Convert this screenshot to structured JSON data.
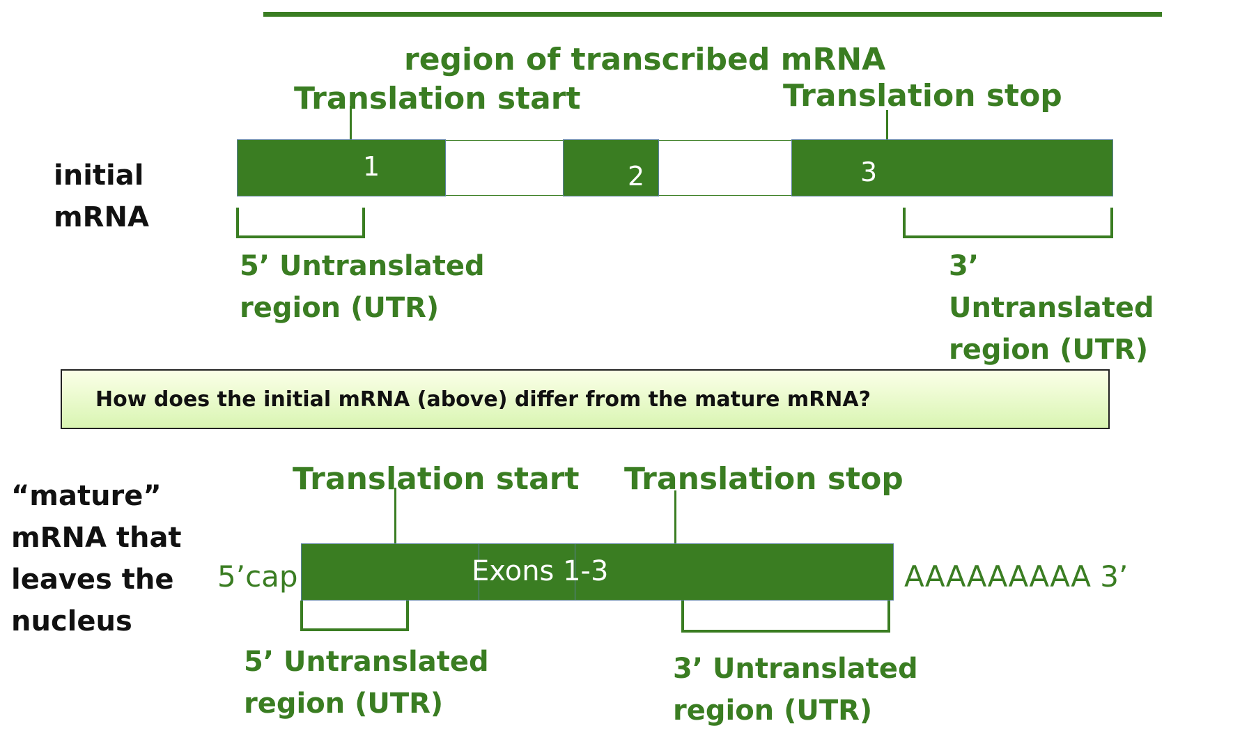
{
  "top_line": "region of transcribed mRNA",
  "initial": {
    "label_line1": "initial",
    "label_line2": "mRNA",
    "translation_start": "Translation start",
    "translation_stop": "Translation stop",
    "exons": [
      "1",
      "2",
      "3"
    ],
    "utr5_line1": "5’ Untranslated",
    "utr5_line2": "region (UTR)",
    "utr3_line1": "3’",
    "utr3_line2": "Untranslated",
    "utr3_line3": "region (UTR)"
  },
  "question": "How does the initial mRNA (above) differ from the mature mRNA?",
  "mature": {
    "label_line1": "“mature”",
    "label_line2": "mRNA that",
    "label_line3": "leaves the",
    "label_line4": "nucleus",
    "translation_start": "Translation start",
    "translation_stop": "Translation stop",
    "cap": "5’cap",
    "exons_label": "Exons 1-3",
    "poly_a": "AAAAAAAAA 3’",
    "utr5_line1": "5’ Untranslated",
    "utr5_line2": "region (UTR)",
    "utr3_line1": "3’ Untranslated",
    "utr3_line2": "region (UTR)"
  },
  "colors": {
    "green": "#3a7d22",
    "box_fill_top": "#fbffe8",
    "box_fill_bottom": "#d9f5b2"
  }
}
